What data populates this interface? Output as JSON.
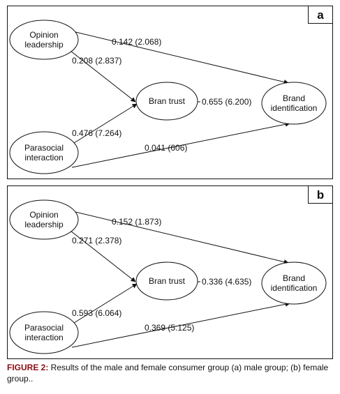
{
  "panels": [
    {
      "id": "a",
      "label": "a",
      "nodes": {
        "opinion": [
          "Opinion",
          "leadership"
        ],
        "parasocial": [
          "Parasocial",
          "interaction"
        ],
        "trust": [
          "Bran trust"
        ],
        "brand": [
          "Brand",
          "identification"
        ]
      },
      "edges": {
        "opinion_brand": "0.142 (2.068)",
        "opinion_trust": "0.208 (2.837)",
        "trust_brand": "0.655 (6.200)",
        "parasocial_trust": "0.476 (7.264)",
        "parasocial_brand": "0.041 (606)"
      }
    },
    {
      "id": "b",
      "label": "b",
      "nodes": {
        "opinion": [
          "Opinion",
          "leadership"
        ],
        "parasocial": [
          "Parasocial",
          "interaction"
        ],
        "trust": [
          "Bran trust"
        ],
        "brand": [
          "Brand",
          "identification"
        ]
      },
      "edges": {
        "opinion_brand": "0.152 (1.873)",
        "opinion_trust": "0.271 (2.378)",
        "trust_brand": "0.336 (4.635)",
        "parasocial_trust": "0.593 (6.064)",
        "parasocial_brand": "0.369 (5.125)"
      }
    }
  ],
  "caption": {
    "label": "FIGURE 2:",
    "text": " Results of the male and female consumer group (a) male group; (b) female group.."
  },
  "colors": {
    "line": "#111111",
    "caption_label": "#8b0d12"
  }
}
